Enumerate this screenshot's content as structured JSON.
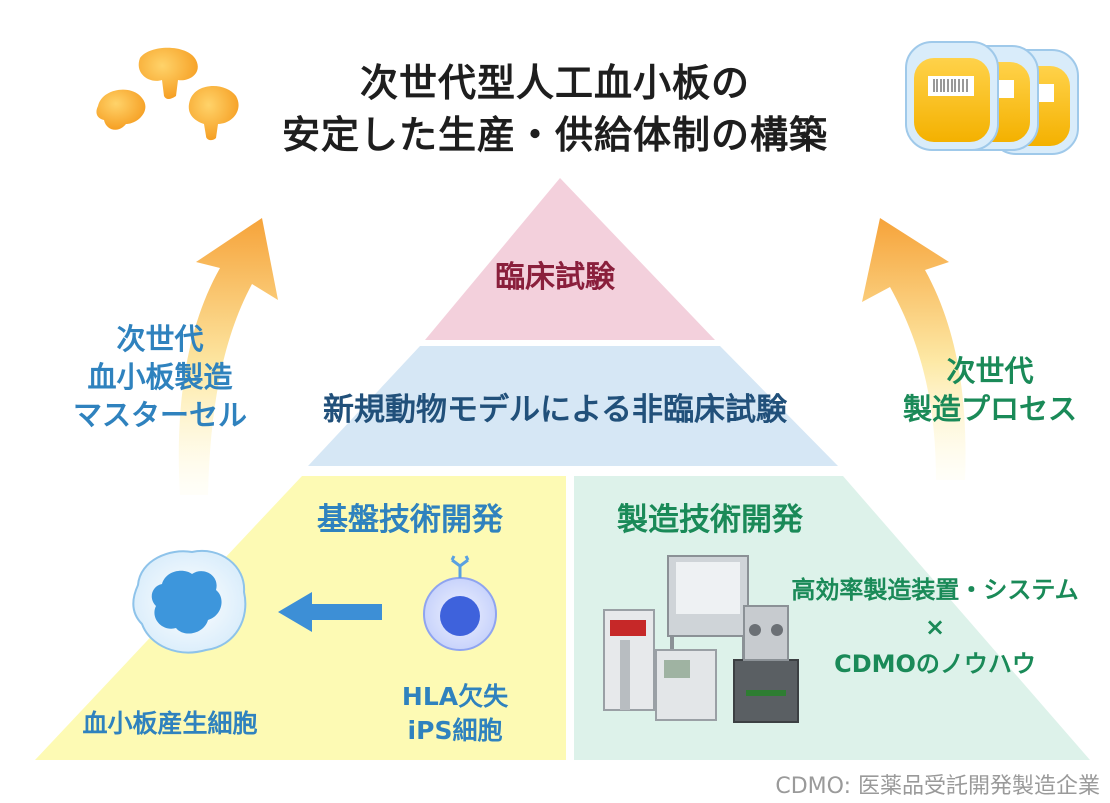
{
  "title": {
    "line1": "次世代型人工血小板の",
    "line2": "安定した生産・供給体制の構築"
  },
  "pyramid": {
    "top": "臨床試験",
    "middle": "新規動物モデルによる非臨床試験",
    "bottom_left": {
      "title": "基盤技術開発",
      "platelet_cell_label": "血小板産生細胞",
      "ips_label": [
        "HLA欠失",
        "iPS細胞"
      ]
    },
    "bottom_right": {
      "title": "製造技術開発",
      "description": [
        "高効率製造装置・システム",
        "×",
        "CDMOのノウハウ"
      ]
    }
  },
  "left_arrow_label": [
    "次世代",
    "血小板製造",
    "マスターセル"
  ],
  "right_arrow_label": [
    "次世代",
    "製造プロセス"
  ],
  "footnote": "CDMO: 医薬品受託開発製造企業",
  "colors": {
    "top_tier": "#f3d0dc",
    "middle_tier": "#d6e7f5",
    "bottom_left_tier": "#fdfab4",
    "bottom_right_tier": "#ddf2ea",
    "blue_text": "#2f82be",
    "green_text": "#1a8a58",
    "maroon_text": "#8a1f3c",
    "arrow_orange": "#f6a33a"
  },
  "icons": [
    "platelet-icon",
    "blood-bag-icon",
    "megakaryocyte-icon",
    "ips-cell-icon",
    "equipment-icon"
  ]
}
